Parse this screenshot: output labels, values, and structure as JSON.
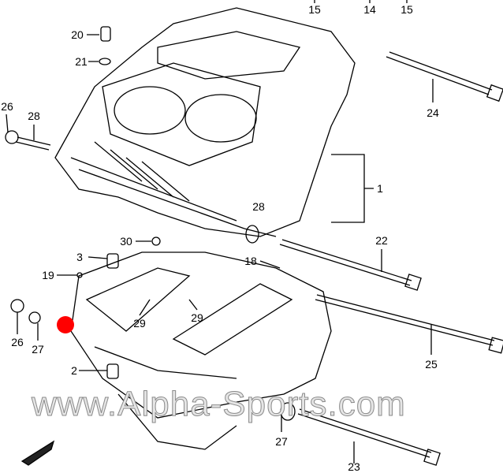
{
  "diagram": {
    "callouts": [
      {
        "id": "15a",
        "text": "15"
      },
      {
        "id": "14",
        "text": "14"
      },
      {
        "id": "15b",
        "text": "15"
      },
      {
        "id": "20",
        "text": "20"
      },
      {
        "id": "21",
        "text": "21"
      },
      {
        "id": "24",
        "text": "24"
      },
      {
        "id": "26a",
        "text": "26"
      },
      {
        "id": "28a",
        "text": "28"
      },
      {
        "id": "1",
        "text": "1"
      },
      {
        "id": "28b",
        "text": "28"
      },
      {
        "id": "22",
        "text": "22"
      },
      {
        "id": "30",
        "text": "30"
      },
      {
        "id": "3",
        "text": "3"
      },
      {
        "id": "18",
        "text": "18"
      },
      {
        "id": "19",
        "text": "19"
      },
      {
        "id": "26b",
        "text": "26"
      },
      {
        "id": "27a",
        "text": "27"
      },
      {
        "id": "29a",
        "text": "29"
      },
      {
        "id": "29b",
        "text": "29"
      },
      {
        "id": "2",
        "text": "2"
      },
      {
        "id": "25",
        "text": "25"
      },
      {
        "id": "27b",
        "text": "27"
      },
      {
        "id": "23",
        "text": "23"
      }
    ],
    "watermark": "www.Alpha-Sports.com",
    "fwd_arrow": "FWD",
    "marker_color": "#ff0000"
  }
}
